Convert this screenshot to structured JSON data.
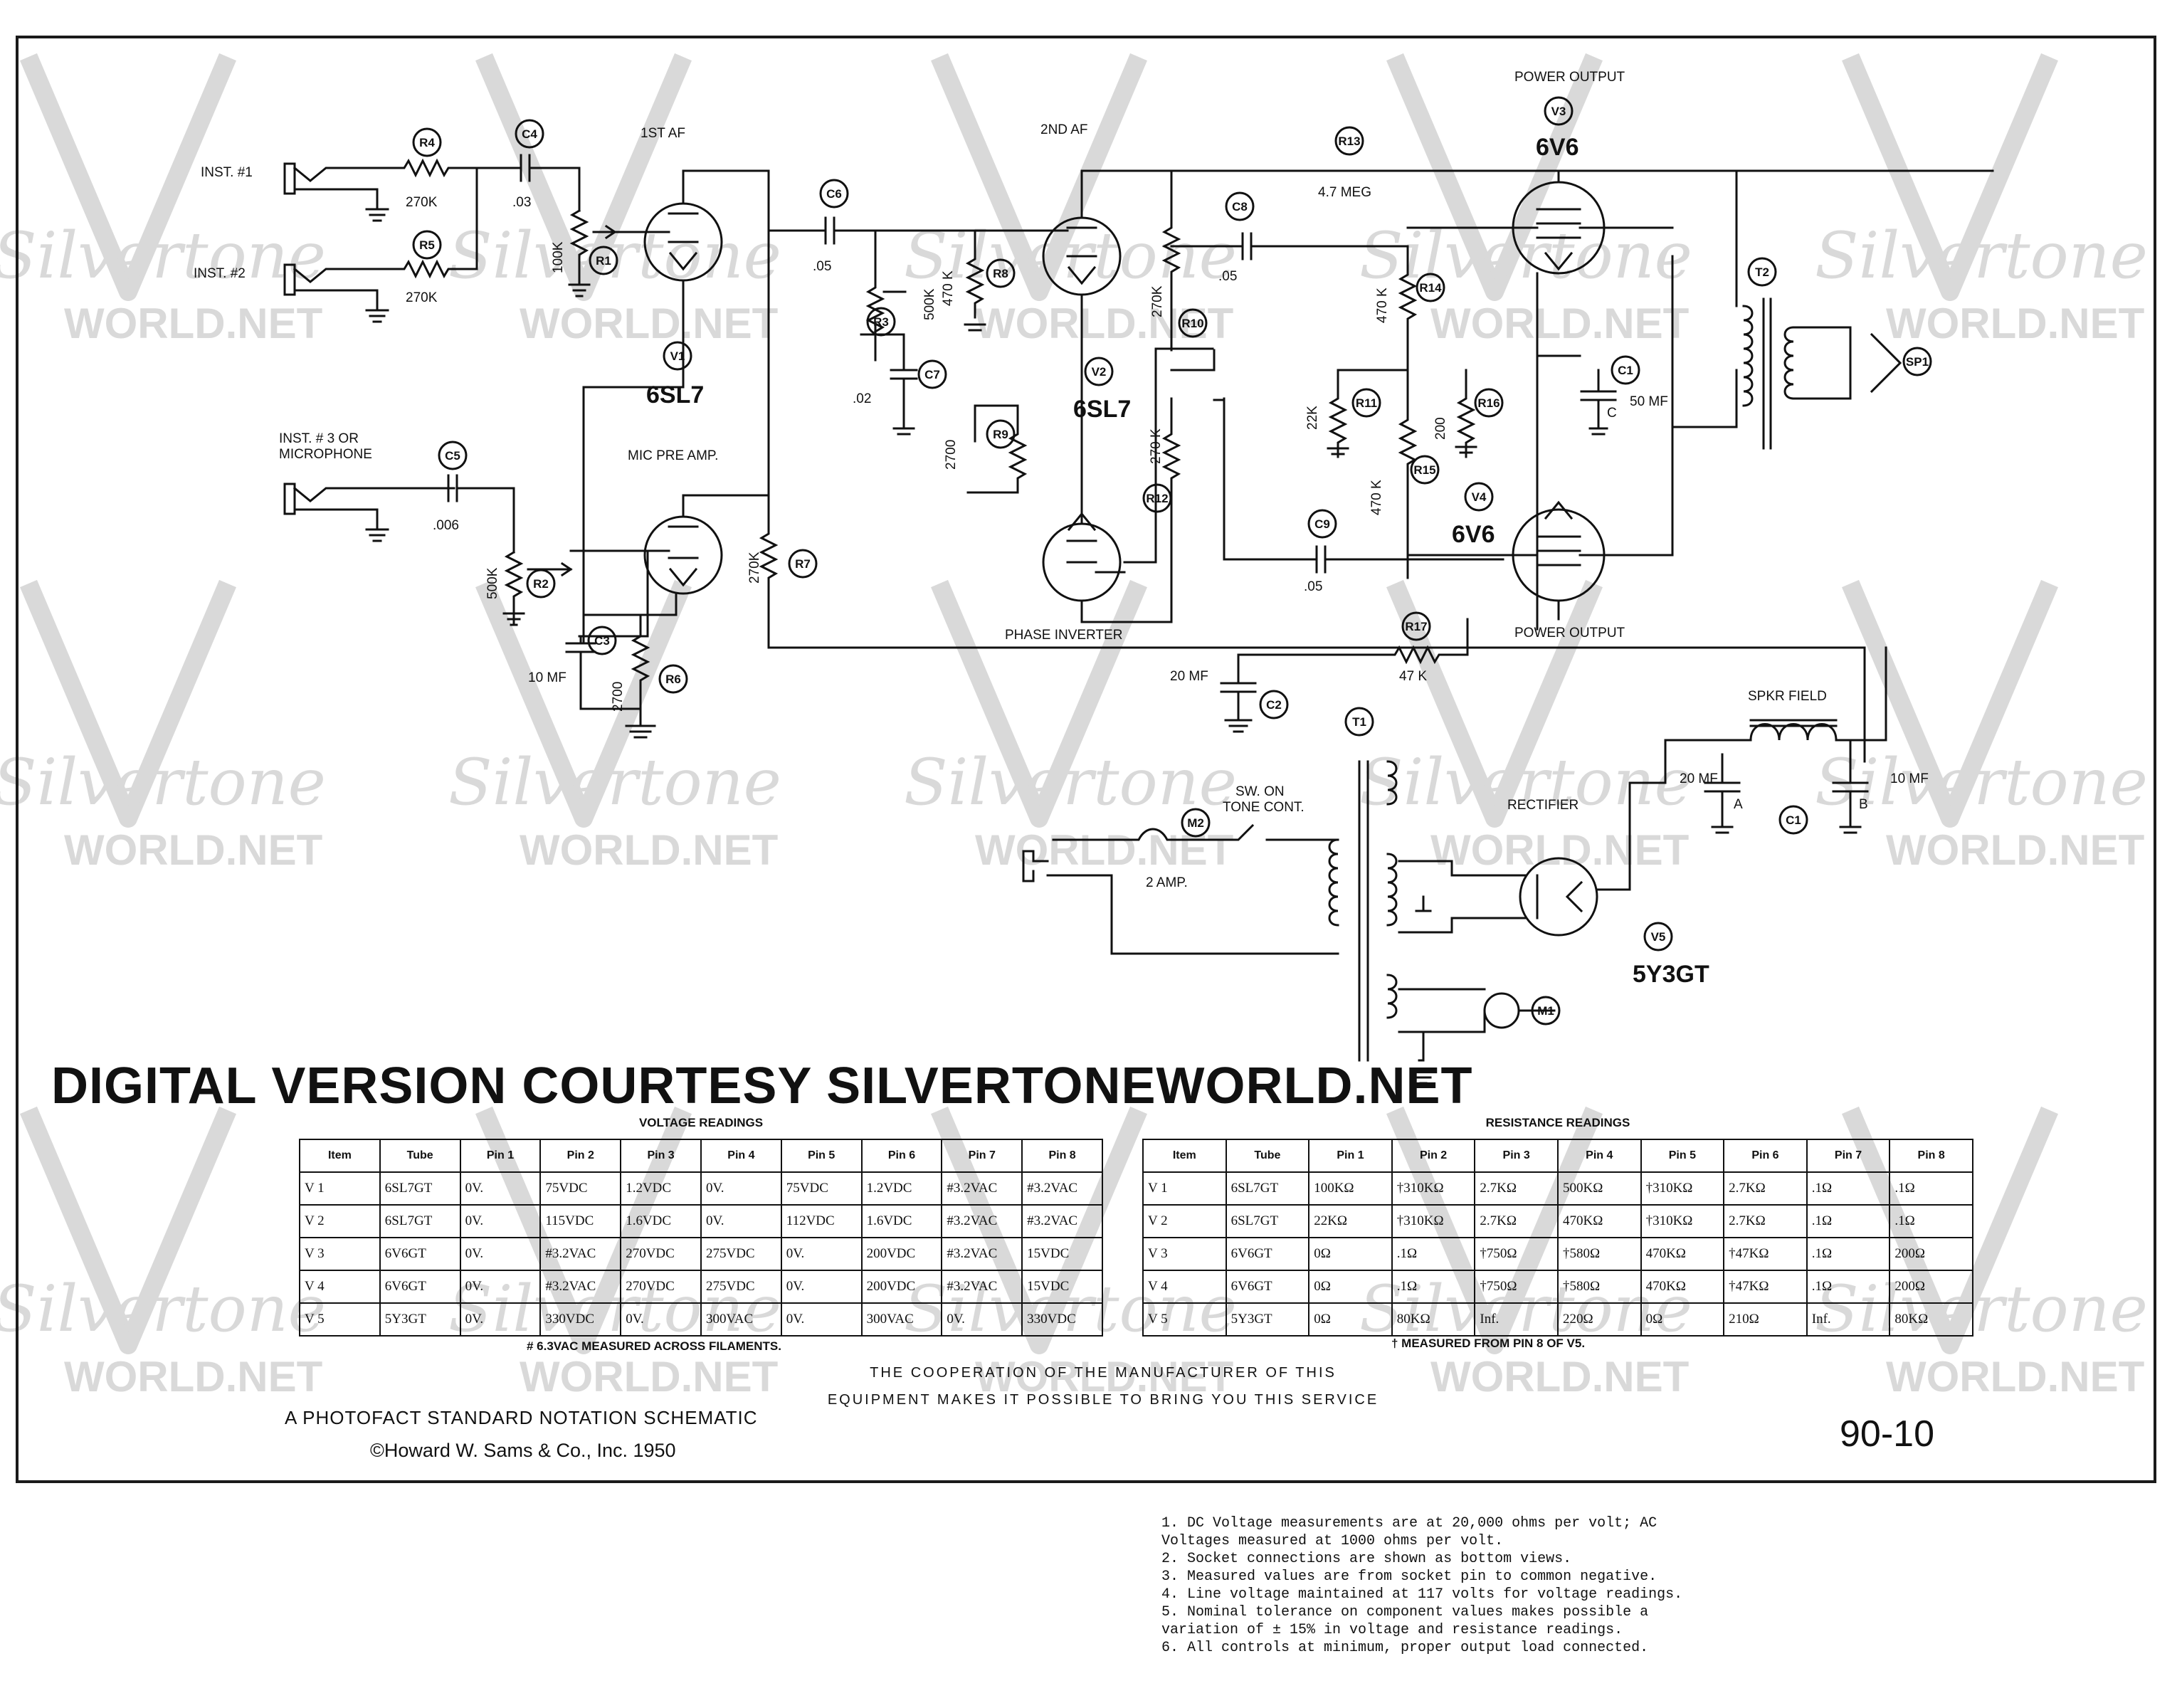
{
  "watermark": {
    "script_text": "Silvertone",
    "site_text": "WORLD.NET",
    "color": "#d9d9d9"
  },
  "schematic": {
    "inputs": {
      "inst1": "INST. #1",
      "inst2": "INST. #2",
      "inst3_line1": "INST. # 3 OR",
      "inst3_line2": "MICROPHONE"
    },
    "stage_labels": {
      "first_af": "1ST AF",
      "second_af": "2ND AF",
      "power_output_top": "POWER OUTPUT",
      "power_output_bottom": "POWER OUTPUT",
      "mic_preamp": "MIC PRE AMP.",
      "phase_inverter": "PHASE INVERTER",
      "rectifier": "RECTIFIER",
      "spkr_field": "SPKR FIELD",
      "switch_line1": "SW. ON",
      "switch_line2": "TONE CONT.",
      "fuse_rating": "2 AMP."
    },
    "tubes": [
      {
        "ref": "V1",
        "type": "6SL7"
      },
      {
        "ref": "V2",
        "type": "6SL7"
      },
      {
        "ref": "V3",
        "type": "6V6"
      },
      {
        "ref": "V4",
        "type": "6V6"
      },
      {
        "ref": "V5",
        "type": "5Y3GT"
      }
    ],
    "resistors": [
      {
        "ref": "R1",
        "value": "100K"
      },
      {
        "ref": "R2",
        "value": "500K"
      },
      {
        "ref": "R3",
        "value": "500K"
      },
      {
        "ref": "R4",
        "value": "270K"
      },
      {
        "ref": "R5",
        "value": "270K"
      },
      {
        "ref": "R6",
        "value": "2700"
      },
      {
        "ref": "R7",
        "value": "270K"
      },
      {
        "ref": "R8",
        "value": "470 K"
      },
      {
        "ref": "R9",
        "value": "2700"
      },
      {
        "ref": "R10",
        "value": "270K"
      },
      {
        "ref": "R11",
        "value": "22K"
      },
      {
        "ref": "R12",
        "value": "270 K"
      },
      {
        "ref": "R13",
        "value": "4.7 MEG"
      },
      {
        "ref": "R14",
        "value": "470 K"
      },
      {
        "ref": "R15",
        "value": "470 K"
      },
      {
        "ref": "R16",
        "value": "200"
      },
      {
        "ref": "R17",
        "value": "47 K"
      }
    ],
    "capacitors": [
      {
        "ref": "C1",
        "value": "50 MF"
      },
      {
        "ref": "C2",
        "value": "20 MF"
      },
      {
        "ref": "C3",
        "value": "10 MF"
      },
      {
        "ref": "C4",
        "value": ".03"
      },
      {
        "ref": "C5",
        "value": ".006"
      },
      {
        "ref": "C6",
        "value": ".05"
      },
      {
        "ref": "C7",
        "value": ".02"
      },
      {
        "ref": "C8",
        "value": ".05"
      },
      {
        "ref": "C9",
        "value": ".05"
      },
      {
        "ref": "C1A",
        "value": "20 MF"
      },
      {
        "ref": "C1B",
        "value": "10 MF"
      }
    ],
    "other_refs": {
      "t1": "T1",
      "t2": "T2",
      "sp1": "SP1",
      "m1": "M1",
      "m2": "M2",
      "c1_bottom": "C1",
      "section_a": "A",
      "section_b": "B",
      "section_c": "C"
    }
  },
  "courtesy_banner": "DIGITAL VERSION COURTESY SILVERTONEWORLD.NET",
  "voltage_table": {
    "caption": "VOLTAGE READINGS",
    "headers": [
      "Item",
      "Tube",
      "Pin 1",
      "Pin 2",
      "Pin 3",
      "Pin 4",
      "Pin 5",
      "Pin 6",
      "Pin 7",
      "Pin 8"
    ],
    "rows": [
      [
        "V 1",
        "6SL7GT",
        "0V.",
        "75VDC",
        "1.2VDC",
        "0V.",
        "75VDC",
        "1.2VDC",
        "#3.2VAC",
        "#3.2VAC"
      ],
      [
        "V 2",
        "6SL7GT",
        "0V.",
        "115VDC",
        "1.6VDC",
        "0V.",
        "112VDC",
        "1.6VDC",
        "#3.2VAC",
        "#3.2VAC"
      ],
      [
        "V 3",
        "6V6GT",
        "0V.",
        "#3.2VAC",
        "270VDC",
        "275VDC",
        "0V.",
        "200VDC",
        "#3.2VAC",
        "15VDC"
      ],
      [
        "V 4",
        "6V6GT",
        "0V.",
        "#3.2VAC",
        "270VDC",
        "275VDC",
        "0V.",
        "200VDC",
        "#3.2VAC",
        "15VDC"
      ],
      [
        "V 5",
        "5Y3GT",
        "0V.",
        "330VDC",
        "0V.",
        "300VAC",
        "0V.",
        "300VAC",
        "0V.",
        "330VDC"
      ]
    ],
    "footnote": "# 6.3VAC MEASURED ACROSS FILAMENTS."
  },
  "resistance_table": {
    "caption": "RESISTANCE READINGS",
    "headers": [
      "Item",
      "Tube",
      "Pin 1",
      "Pin 2",
      "Pin 3",
      "Pin 4",
      "Pin 5",
      "Pin 6",
      "Pin 7",
      "Pin 8"
    ],
    "rows": [
      [
        "V 1",
        "6SL7GT",
        "100KΩ",
        "†310KΩ",
        "2.7KΩ",
        "500KΩ",
        "†310KΩ",
        "2.7KΩ",
        ".1Ω",
        ".1Ω"
      ],
      [
        "V 2",
        "6SL7GT",
        "22KΩ",
        "†310KΩ",
        "2.7KΩ",
        "470KΩ",
        "†310KΩ",
        "2.7KΩ",
        ".1Ω",
        ".1Ω"
      ],
      [
        "V 3",
        "6V6GT",
        "0Ω",
        ".1Ω",
        "†750Ω",
        "†580Ω",
        "470KΩ",
        "†47KΩ",
        ".1Ω",
        "200Ω"
      ],
      [
        "V 4",
        "6V6GT",
        "0Ω",
        ".1Ω",
        "†750Ω",
        "†580Ω",
        "470KΩ",
        "†47KΩ",
        ".1Ω",
        "200Ω"
      ],
      [
        "V 5",
        "5Y3GT",
        "0Ω",
        "80KΩ",
        "Inf.",
        "220Ω",
        "0Ω",
        "210Ω",
        "Inf.",
        "80KΩ"
      ]
    ],
    "footnote": "† MEASURED FROM PIN 8 OF V5."
  },
  "cooperation_note": {
    "line1": "THE COOPERATION OF THE MANUFACTURER OF THIS",
    "line2": "EQUIPMENT MAKES IT POSSIBLE TO BRING YOU THIS SERVICE"
  },
  "photofact_title": "A PHOTOFACT STANDARD NOTATION SCHEMATIC",
  "copyright": "©Howard W. Sams & Co., Inc. 1950",
  "page_number": "90-10",
  "notes": [
    "1.  DC Voltage measurements are at 20,000 ohms per volt; AC",
    "Voltages measured at 1000 ohms per volt.",
    "2.  Socket connections are shown as bottom views.",
    "3.  Measured values are from socket pin to common negative.",
    "4.  Line voltage maintained at 117 volts for voltage readings.",
    "5.  Nominal tolerance on component values makes possible a",
    "variation of ± 15% in voltage and resistance readings.",
    "6.  All controls at minimum, proper output load connected."
  ]
}
